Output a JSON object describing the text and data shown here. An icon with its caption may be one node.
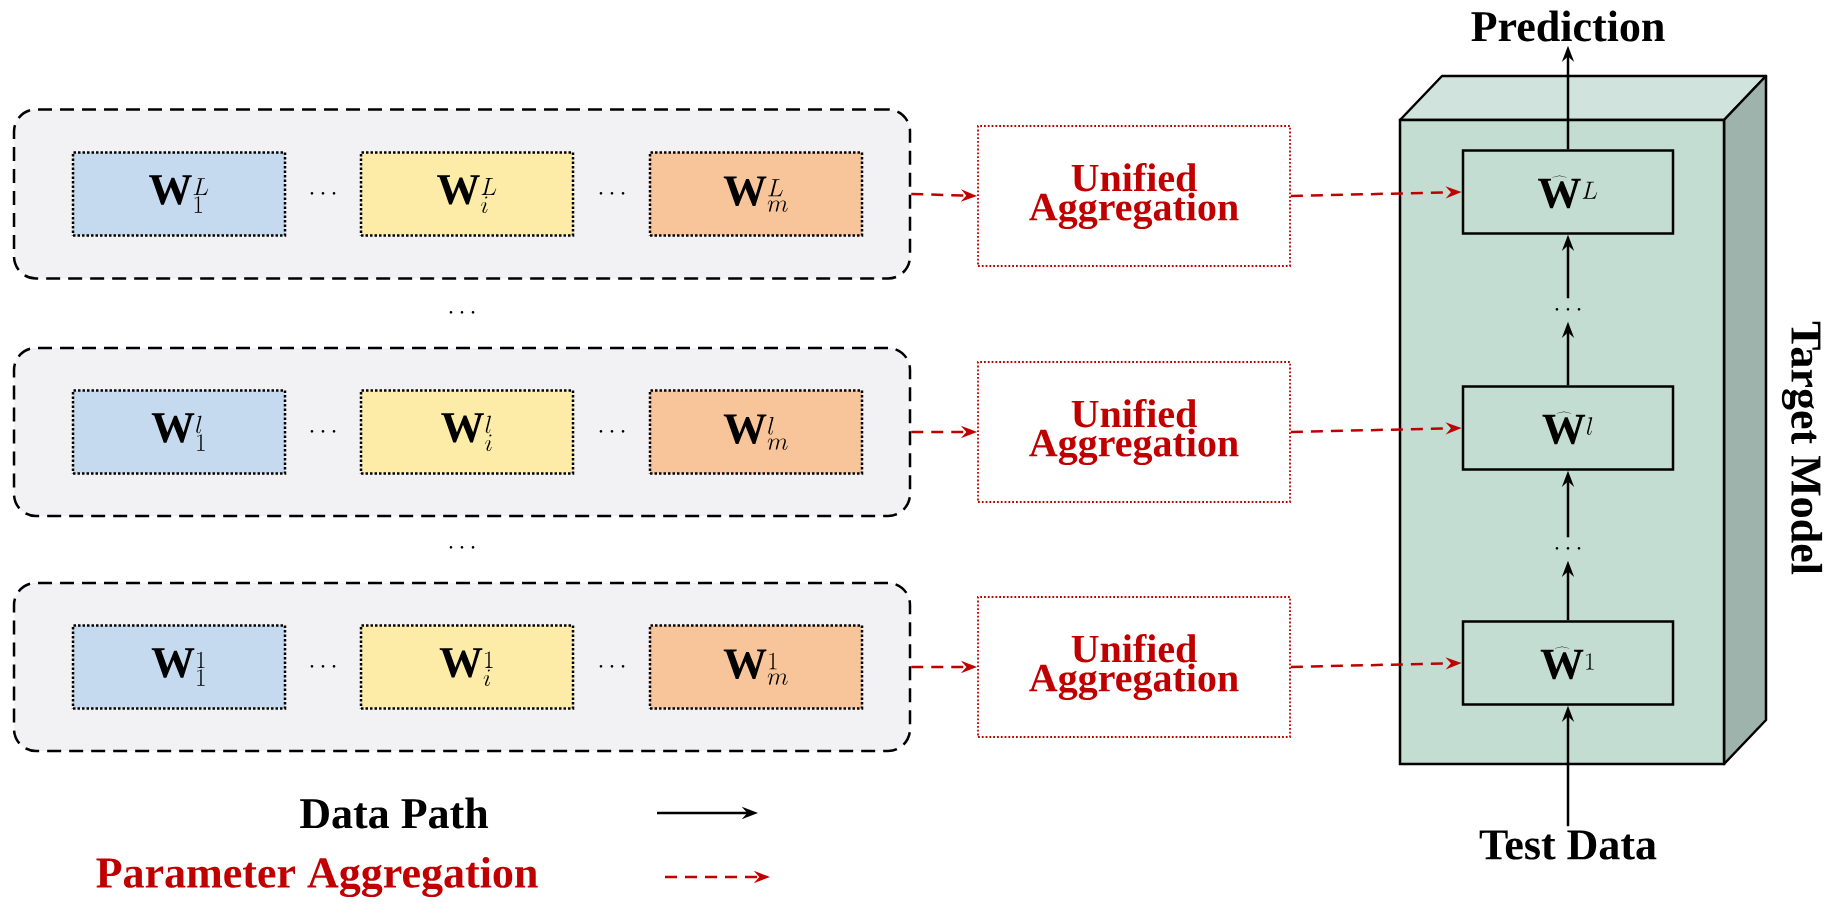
{
  "diagram": {
    "nodes": [
      {
        "text": [],
        "shape": "box"
      },
      {
        "text": [
          "\\mathbf{W}_1^L"
        ],
        "in": 0
      },
      {
        "text": [
          "\\mathbf{W}_i^L"
        ],
        "in": 0
      },
      {
        "text": [
          "\\mathbf{W}_m^L"
        ],
        "in": 0
      },
      {
        "text": [],
        "shape": "box"
      },
      {
        "text": [
          "\\mathbf{W}_1^l"
        ],
        "in": 4
      },
      {
        "text": [
          "\\mathbf{W}_i^l"
        ],
        "in": 4
      },
      {
        "text": [
          "\\mathbf{W}_m^l"
        ],
        "in": 4
      },
      {
        "text": [],
        "shape": "box"
      },
      {
        "text": [
          "\\mathbf{W}_1^1"
        ],
        "in": 8
      },
      {
        "text": [
          "\\mathbf{W}_i^1"
        ],
        "in": 8
      },
      {
        "text": [
          "\\mathbf{W}_m^1"
        ],
        "in": 8
      },
      {
        "text": [
          "Unified Aggregation"
        ]
      },
      {
        "text": [
          "Unified Aggregation"
        ]
      },
      {
        "text": [
          "Unified Aggregation"
        ]
      },
      {
        "text": [
          "Target Model"
        ]
      },
      {
        "text": [
          "\\widehat{\\mathbf{W}}^L"
        ],
        "in": 15
      },
      {
        "text": [
          "\\cdots"
        ],
        "in": 15
      },
      {
        "text": [
          "\\widehat{\\mathbf{W}}^l"
        ],
        "in": 15
      },
      {
        "text": [
          "\\cdots"
        ],
        "in": 15
      },
      {
        "text": [
          "\\widehat{\\mathbf{W}}^1"
        ],
        "in": 15
      },
      {
        "text": [
          "Prediction"
        ]
      },
      {
        "text": [
          "Test Data"
        ]
      }
    ],
    "edges": [
      {
        "from": 0,
        "to": 12,
        "arrow": "to",
        "style": "dashed",
        "color": "#c00000"
      },
      {
        "from": 12,
        "to": 16,
        "arrow": "to",
        "style": "dashed",
        "color": "#c00000"
      },
      {
        "from": 4,
        "to": 13,
        "arrow": "to",
        "style": "dashed",
        "color": "#c00000"
      },
      {
        "from": 13,
        "to": 18,
        "arrow": "to",
        "style": "dashed",
        "color": "#c00000"
      },
      {
        "from": 8,
        "to": 14,
        "arrow": "to",
        "style": "dashed",
        "color": "#c00000"
      },
      {
        "from": 14,
        "to": 20,
        "arrow": "to",
        "style": "dashed",
        "color": "#c00000"
      },
      {
        "from": 22,
        "to": 20,
        "arrow": "to",
        "color": "#000000"
      },
      {
        "from": 20,
        "to": 19,
        "arrow": "to",
        "color": "#000000"
      },
      {
        "from": 19,
        "to": 18,
        "arrow": "to",
        "color": "#000000"
      },
      {
        "from": 18,
        "to": 17,
        "arrow": "to",
        "color": "#000000"
      },
      {
        "from": 17,
        "to": 16,
        "arrow": "to",
        "color": "#000000"
      },
      {
        "from": 16,
        "to": 21,
        "arrow": "to",
        "color": "#000000"
      }
    ],
    "labels": [
      "\\cdots",
      "\\cdots",
      "\\cdots",
      "\\cdots",
      "\\cdots",
      "\\cdots",
      "\\cdots",
      "\\cdots"
    ],
    "legend": [
      {
        "text": "Data Path"
      },
      {
        "text": "Parameter Aggregation"
      }
    ]
  }
}
